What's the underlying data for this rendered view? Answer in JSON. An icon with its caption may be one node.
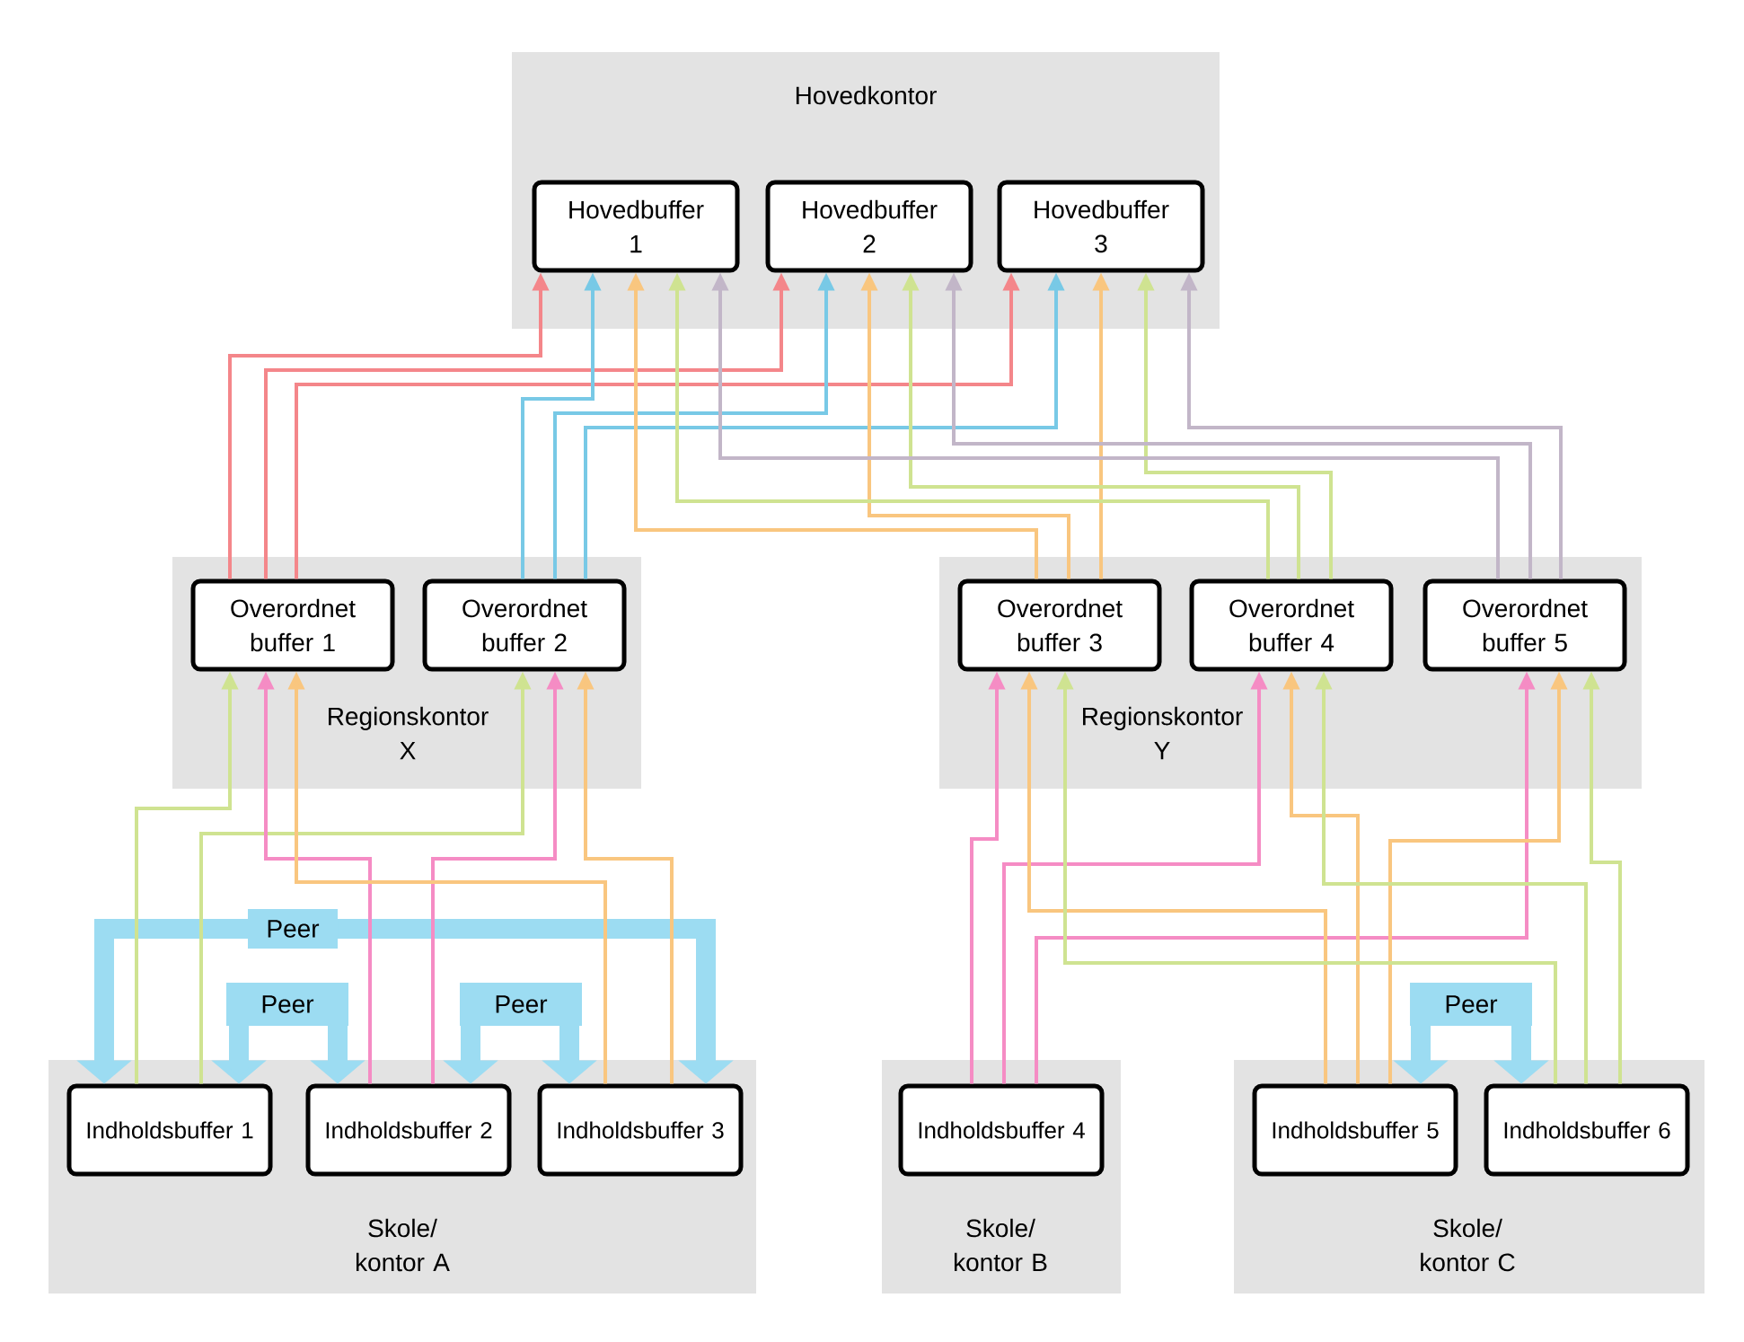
{
  "diagram": {
    "nodes": [
      {
        "text": [
          "Hovedkontor"
        ]
      },
      {
        "text": [
          "Hovedbuffer 1"
        ],
        "in": 0
      },
      {
        "text": [
          "Hovedbuffer 2"
        ],
        "in": 0
      },
      {
        "text": [
          "Hovedbuffer 3"
        ],
        "in": 0
      },
      {
        "text": [
          "Regionskontor X"
        ]
      },
      {
        "text": [
          "Overordnet buffer 1"
        ],
        "in": 4
      },
      {
        "text": [
          "Overordnet buffer 2"
        ],
        "in": 4
      },
      {
        "text": [
          "Regionskontor Y"
        ]
      },
      {
        "text": [
          "Overordnet buffer 3"
        ],
        "in": 7
      },
      {
        "text": [
          "Overordnet buffer 4"
        ],
        "in": 7
      },
      {
        "text": [
          "Overordnet buffer 5"
        ],
        "in": 7
      },
      {
        "text": [
          "Skole/ kontor A"
        ]
      },
      {
        "text": [
          "Indholdsbuffer 1"
        ],
        "in": 11
      },
      {
        "text": [
          "Indholdsbuffer 2"
        ],
        "in": 11
      },
      {
        "text": [
          "Indholdsbuffer 3"
        ],
        "in": 11
      },
      {
        "text": [
          "Skole/ kontor B"
        ]
      },
      {
        "text": [
          "Indholdsbuffer 4"
        ],
        "in": 15
      },
      {
        "text": [
          "Skole/ kontor C"
        ]
      },
      {
        "text": [
          "Indholdsbuffer 5"
        ],
        "in": 17
      },
      {
        "text": [
          "Indholdsbuffer 6"
        ],
        "in": 17
      }
    ],
    "edges": [
      {
        "from": 12,
        "to": 14,
        "arrow": "both",
        "label": "Peer",
        "style": "thick",
        "color": "#9cdcf2"
      },
      {
        "from": 12,
        "to": 13,
        "arrow": "both",
        "label": "Peer",
        "style": "thick",
        "color": "#9cdcf2"
      },
      {
        "from": 13,
        "to": 14,
        "arrow": "both",
        "label": "Peer",
        "style": "thick",
        "color": "#9cdcf2"
      },
      {
        "from": 18,
        "to": 19,
        "arrow": "both",
        "label": "Peer",
        "style": "thick",
        "color": "#9cdcf2"
      },
      {
        "from": 5,
        "to": 1,
        "arrow": "to",
        "color": "#f4868a"
      },
      {
        "from": 5,
        "to": 2,
        "arrow": "to",
        "color": "#f4868a"
      },
      {
        "from": 5,
        "to": 3,
        "arrow": "to",
        "color": "#f4868a"
      },
      {
        "from": 6,
        "to": 1,
        "arrow": "to",
        "color": "#78c9e6"
      },
      {
        "from": 6,
        "to": 2,
        "arrow": "to",
        "color": "#78c9e6"
      },
      {
        "from": 6,
        "to": 3,
        "arrow": "to",
        "color": "#78c9e6"
      },
      {
        "from": 8,
        "to": 1,
        "arrow": "to",
        "color": "#f9c67f"
      },
      {
        "from": 8,
        "to": 2,
        "arrow": "to",
        "color": "#f9c67f"
      },
      {
        "from": 8,
        "to": 3,
        "arrow": "to",
        "color": "#f9c67f"
      },
      {
        "from": 9,
        "to": 1,
        "arrow": "to",
        "color": "#cfe391"
      },
      {
        "from": 9,
        "to": 2,
        "arrow": "to",
        "color": "#cfe391"
      },
      {
        "from": 9,
        "to": 3,
        "arrow": "to",
        "color": "#cfe391"
      },
      {
        "from": 10,
        "to": 1,
        "arrow": "to",
        "color": "#c2b6c8"
      },
      {
        "from": 10,
        "to": 2,
        "arrow": "to",
        "color": "#c2b6c8"
      },
      {
        "from": 10,
        "to": 3,
        "arrow": "to",
        "color": "#c2b6c8"
      },
      {
        "from": 12,
        "to": 5,
        "arrow": "to",
        "color": "#cfe391"
      },
      {
        "from": 12,
        "to": 6,
        "arrow": "to",
        "color": "#cfe391"
      },
      {
        "from": 13,
        "to": 5,
        "arrow": "to",
        "color": "#f58cc4"
      },
      {
        "from": 13,
        "to": 6,
        "arrow": "to",
        "color": "#f58cc4"
      },
      {
        "from": 14,
        "to": 5,
        "arrow": "to",
        "color": "#f9c67f"
      },
      {
        "from": 14,
        "to": 6,
        "arrow": "to",
        "color": "#f9c67f"
      },
      {
        "from": 16,
        "to": 8,
        "arrow": "to",
        "color": "#f58cc4"
      },
      {
        "from": 16,
        "to": 9,
        "arrow": "to",
        "color": "#f58cc4"
      },
      {
        "from": 16,
        "to": 10,
        "arrow": "to",
        "color": "#f58cc4"
      },
      {
        "from": 18,
        "to": 8,
        "arrow": "to",
        "color": "#f9c67f"
      },
      {
        "from": 18,
        "to": 9,
        "arrow": "to",
        "color": "#f9c67f"
      },
      {
        "from": 18,
        "to": 10,
        "arrow": "to",
        "color": "#f9c67f"
      },
      {
        "from": 19,
        "to": 8,
        "arrow": "to",
        "color": "#cfe391"
      },
      {
        "from": 19,
        "to": 9,
        "arrow": "to",
        "color": "#cfe391"
      },
      {
        "from": 19,
        "to": 10,
        "arrow": "to",
        "color": "#cfe391"
      }
    ]
  }
}
